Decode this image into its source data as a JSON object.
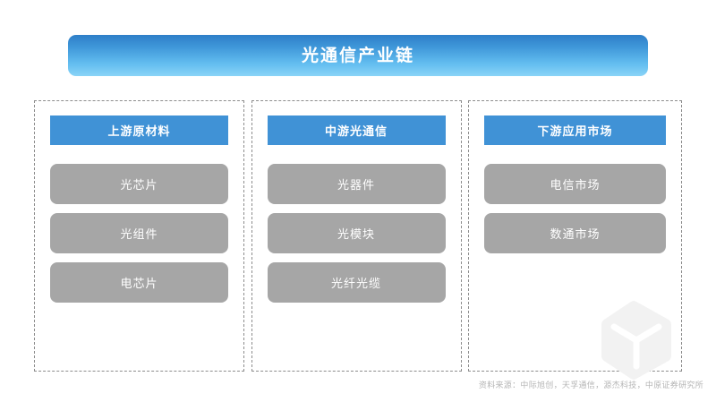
{
  "title": {
    "text": "光通信产业链"
  },
  "columns": [
    {
      "header": "上游原材料",
      "items": [
        {
          "label": "光芯片"
        },
        {
          "label": "光组件"
        },
        {
          "label": "电芯片"
        }
      ]
    },
    {
      "header": "中游光通信",
      "items": [
        {
          "label": "光器件"
        },
        {
          "label": "光模块"
        },
        {
          "label": "光纤光缆"
        }
      ]
    },
    {
      "header": "下游应用市场",
      "items": [
        {
          "label": "电信市场"
        },
        {
          "label": "数通市场"
        }
      ]
    }
  ],
  "source_note": "资料来源：中际旭创，天孚通信，源杰科技，中原证券研究所",
  "watermark": {
    "icon": "cube-logo-icon"
  },
  "colors": {
    "banner_top": "#2e7ec8",
    "banner_bottom": "#8ad4f7",
    "header_blue": "#4092d6",
    "item_gray": "#a6a6a6",
    "dashed_border": "#8c8c8c",
    "note_gray": "#b5b5b5",
    "watermark_gray": "#f2f2f2"
  }
}
